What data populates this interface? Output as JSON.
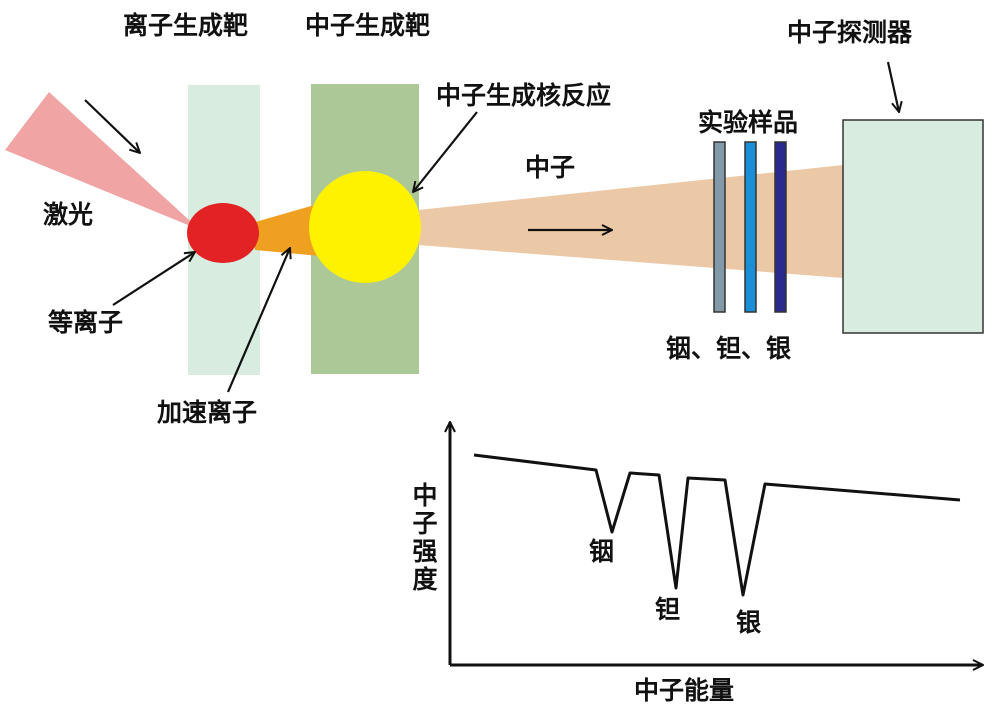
{
  "labels": {
    "ion_target": "离子生成靶",
    "neutron_target": "中子生成靶",
    "neutron_detector": "中子探测器",
    "nuclear_reaction": "中子生成核反应",
    "samples": "实验样品",
    "laser": "激光",
    "neutron": "中子",
    "plasma": "等离子",
    "accelerated_ions": "加速离子",
    "sample_elements": "铟、钽、银"
  },
  "chart_data": {
    "type": "line",
    "title": "",
    "xlabel": "中子能量",
    "ylabel": "中子强度",
    "dips": [
      "铟",
      "钽",
      "银"
    ]
  },
  "colors": {
    "laser": "#f0a4a4",
    "plasma": "#e32224",
    "ion_beam": "#f0a020",
    "reaction": "#fff200",
    "neutron_beam": "#ecc9a6",
    "ion_target": "#d8ede0",
    "neutron_target": "#adc897",
    "detector": "#d8ede0",
    "sample_in": "#8399a9",
    "sample_ta": "#1a8fd8",
    "sample_ag": "#2a2a8c"
  }
}
